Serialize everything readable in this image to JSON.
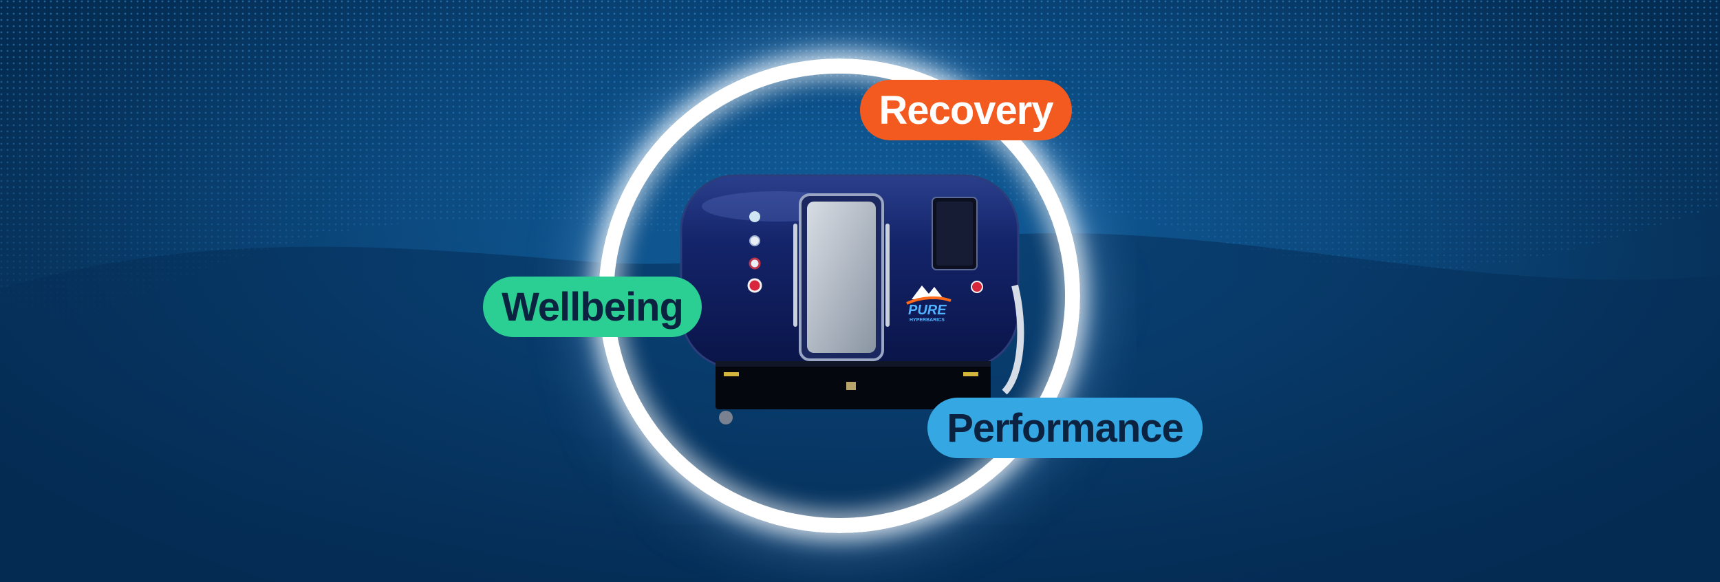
{
  "hero": {
    "labels": {
      "recovery": "Recovery",
      "wellbeing": "Wellbeing",
      "performance": "Performance"
    },
    "brand": {
      "name": "PURE",
      "tagline": "HYPERBARICS"
    },
    "colors": {
      "background": "#063a68",
      "recovery": "#f35a1f",
      "wellbeing": "#2ccf93",
      "performance": "#35a8e3",
      "pill_text_dark": "#0b2240",
      "ring": "#ffffff",
      "chamber": "#0d1a4f"
    },
    "icons": [
      "hyperbaric-chamber-icon",
      "mountain-logo-icon",
      "pressure-gauge-icon",
      "control-screen-icon"
    ]
  }
}
